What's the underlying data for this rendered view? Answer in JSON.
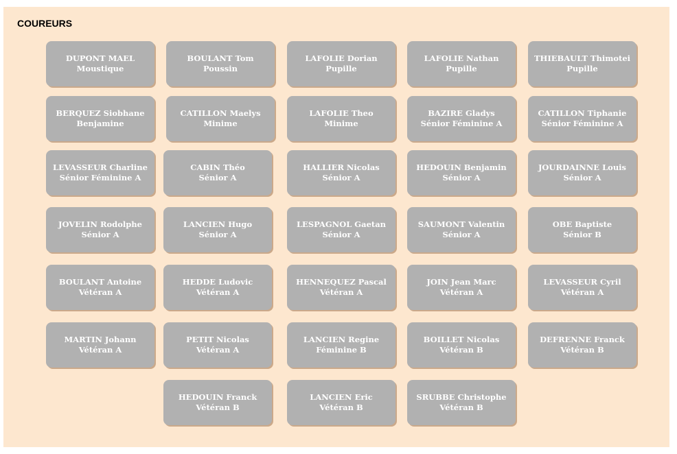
{
  "page": {
    "title": "COUREURS"
  },
  "colors": {
    "background": "#fde7cf",
    "card": "#b1b1b1",
    "card_shadow": "#cba98a",
    "card_text": "#ffffff"
  },
  "runners": [
    {
      "name": "DUPONT MAEL",
      "category": "Moustique"
    },
    {
      "name": "BOULANT Tom",
      "category": "Poussin"
    },
    {
      "name": "LAFOLIE Dorian",
      "category": "Pupille"
    },
    {
      "name": "LAFOLIE Nathan",
      "category": "Pupille"
    },
    {
      "name": "THIEBAULT Thimotei",
      "category": "Pupille"
    },
    {
      "name": "BERQUEZ Siobhane",
      "category": "Benjamine"
    },
    {
      "name": "CATILLON Maelys",
      "category": "Minime"
    },
    {
      "name": "LAFOLIE Theo",
      "category": "Minime"
    },
    {
      "name": "BAZIRE Gladys",
      "category": "Sénior Féminine A"
    },
    {
      "name": "CATILLON Tiphanie",
      "category": "Sénior Féminine A"
    },
    {
      "name": "LEVASSEUR Charline",
      "category": "Sénior Féminine A"
    },
    {
      "name": "CABIN Théo",
      "category": "Sénior A"
    },
    {
      "name": "HALLIER Nicolas",
      "category": "Sénior A"
    },
    {
      "name": "HEDOUIN Benjamin",
      "category": "Sénior A"
    },
    {
      "name": "JOURDAINNE Louis",
      "category": "Sénior A"
    },
    {
      "name": "JOVELIN Rodolphe",
      "category": "Sénior A"
    },
    {
      "name": "LANCIEN Hugo",
      "category": "Sénior A"
    },
    {
      "name": "LESPAGNOL Gaetan",
      "category": "Sénior A"
    },
    {
      "name": "SAUMONT Valentin",
      "category": "Sénior A"
    },
    {
      "name": "OBE Baptiste",
      "category": "Sénior B"
    },
    {
      "name": "BOULANT Antoine",
      "category": "Vétéran A"
    },
    {
      "name": "HEDDE Ludovic",
      "category": "Vétéran A"
    },
    {
      "name": "HENNEQUEZ Pascal",
      "category": "Vétéran A"
    },
    {
      "name": "JOIN Jean Marc",
      "category": "Vétéran A"
    },
    {
      "name": "LEVASSEUR Cyril",
      "category": "Vétéran A"
    },
    {
      "name": "MARTIN Johann",
      "category": "Vétéran A"
    },
    {
      "name": "PETIT Nicolas",
      "category": "Vétéran A"
    },
    {
      "name": "LANCIEN Regine",
      "category": "Féminine B"
    },
    {
      "name": "BOILLET Nicolas",
      "category": "Vétéran B"
    },
    {
      "name": "DEFRENNE Franck",
      "category": "Vétéran B"
    },
    {
      "name": "HEDOUIN Franck",
      "category": "Vétéran B"
    },
    {
      "name": "LANCIEN Eric",
      "category": "Vétéran B"
    },
    {
      "name": "SRUBBE Christophe",
      "category": "Vétéran B"
    }
  ]
}
